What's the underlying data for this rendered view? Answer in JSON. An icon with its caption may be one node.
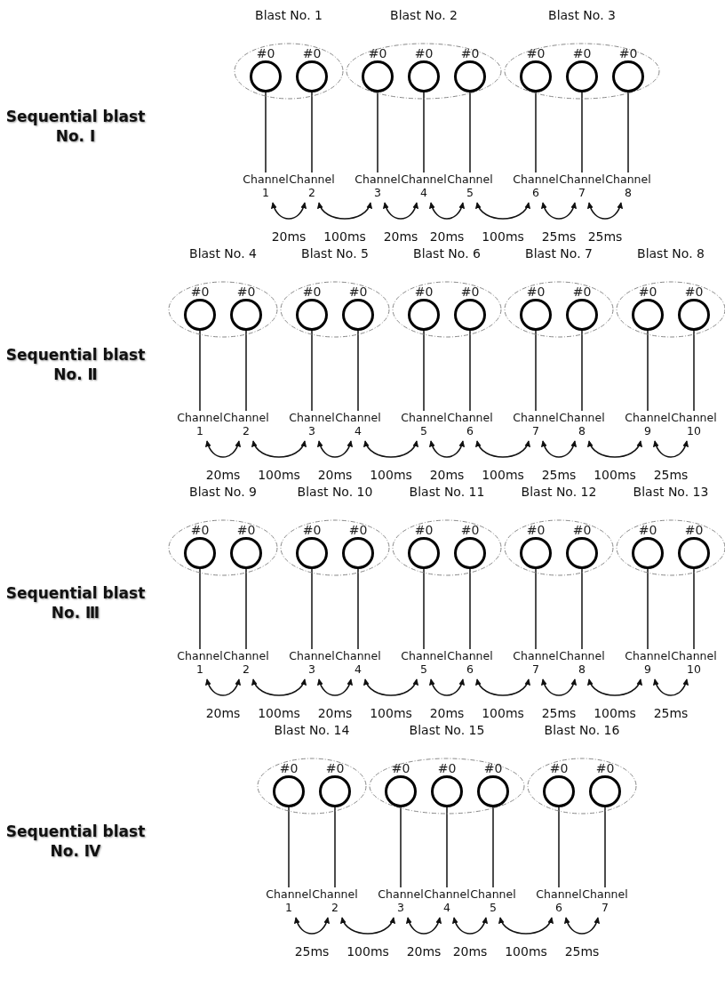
{
  "diagram": {
    "nodes": [
      {
        "text": [
          "Blast No. 1"
        ]
      },
      {
        "text": [
          "#0"
        ],
        "in": 0
      },
      {
        "text": [
          "#0"
        ],
        "in": 0
      },
      {
        "text": [
          "Blast No. 2"
        ]
      },
      {
        "text": [
          "#0"
        ],
        "in": 3
      },
      {
        "text": [
          "#0"
        ],
        "in": 3
      },
      {
        "text": [
          "#0"
        ],
        "in": 3
      },
      {
        "text": [
          "Blast No. 3"
        ]
      },
      {
        "text": [
          "#0"
        ],
        "in": 7
      },
      {
        "text": [
          "#0"
        ],
        "in": 7
      },
      {
        "text": [
          "#0"
        ],
        "in": 7
      },
      {
        "text": [
          "Channel 1"
        ]
      },
      {
        "text": [
          "Channel 2"
        ]
      },
      {
        "text": [
          "Channel 3"
        ]
      },
      {
        "text": [
          "Channel 4"
        ]
      },
      {
        "text": [
          "Channel 5"
        ]
      },
      {
        "text": [
          "Channel 6"
        ]
      },
      {
        "text": [
          "Channel 7"
        ]
      },
      {
        "text": [
          "Channel 8"
        ]
      },
      {
        "text": [
          "Blast No. 4"
        ]
      },
      {
        "text": [
          "#0"
        ],
        "in": 19
      },
      {
        "text": [
          "#0"
        ],
        "in": 19
      },
      {
        "text": [
          "Blast No. 5"
        ]
      },
      {
        "text": [
          "#0"
        ],
        "in": 22
      },
      {
        "text": [
          "#0"
        ],
        "in": 22
      },
      {
        "text": [
          "Blast No. 6"
        ]
      },
      {
        "text": [
          "#0"
        ],
        "in": 25
      },
      {
        "text": [
          "#0"
        ],
        "in": 25
      },
      {
        "text": [
          "Blast No. 7"
        ]
      },
      {
        "text": [
          "#0"
        ],
        "in": 28
      },
      {
        "text": [
          "#0"
        ],
        "in": 28
      },
      {
        "text": [
          "Blast No. 8"
        ]
      },
      {
        "text": [
          "#0"
        ],
        "in": 31
      },
      {
        "text": [
          "#0"
        ],
        "in": 31
      },
      {
        "text": [
          "Channel 1"
        ]
      },
      {
        "text": [
          "Channel 2"
        ]
      },
      {
        "text": [
          "Channel 3"
        ]
      },
      {
        "text": [
          "Channel 4"
        ]
      },
      {
        "text": [
          "Channel 5"
        ]
      },
      {
        "text": [
          "Channel 6"
        ]
      },
      {
        "text": [
          "Channel 7"
        ]
      },
      {
        "text": [
          "Channel 8"
        ]
      },
      {
        "text": [
          "Channel 9"
        ]
      },
      {
        "text": [
          "Channel 10"
        ]
      },
      {
        "text": [
          "Blast No. 9"
        ]
      },
      {
        "text": [
          "#0"
        ],
        "in": 44
      },
      {
        "text": [
          "#0"
        ],
        "in": 44
      },
      {
        "text": [
          "Blast No. 10"
        ]
      },
      {
        "text": [
          "#0"
        ],
        "in": 47
      },
      {
        "text": [
          "#0"
        ],
        "in": 47
      },
      {
        "text": [
          "Blast No. 11"
        ]
      },
      {
        "text": [
          "#0"
        ],
        "in": 50
      },
      {
        "text": [
          "#0"
        ],
        "in": 50
      },
      {
        "text": [
          "Blast No. 12"
        ]
      },
      {
        "text": [
          "#0"
        ],
        "in": 53
      },
      {
        "text": [
          "#0"
        ],
        "in": 53
      },
      {
        "text": [
          "Blast No. 13"
        ]
      },
      {
        "text": [
          "#0"
        ],
        "in": 56
      },
      {
        "text": [
          "#0"
        ],
        "in": 56
      },
      {
        "text": [
          "Channel 1"
        ]
      },
      {
        "text": [
          "Channel 2"
        ]
      },
      {
        "text": [
          "Channel 3"
        ]
      },
      {
        "text": [
          "Channel 4"
        ]
      },
      {
        "text": [
          "Channel 5"
        ]
      },
      {
        "text": [
          "Channel 6"
        ]
      },
      {
        "text": [
          "Channel 7"
        ]
      },
      {
        "text": [
          "Channel 8"
        ]
      },
      {
        "text": [
          "Channel 9"
        ]
      },
      {
        "text": [
          "Channel 10"
        ]
      },
      {
        "text": [
          "Blast No. 14"
        ]
      },
      {
        "text": [
          "#0"
        ],
        "in": 69
      },
      {
        "text": [
          "#0"
        ],
        "in": 69
      },
      {
        "text": [
          "Blast No. 15"
        ]
      },
      {
        "text": [
          "#0"
        ],
        "in": 72
      },
      {
        "text": [
          "#0"
        ],
        "in": 72
      },
      {
        "text": [
          "#0"
        ],
        "in": 72
      },
      {
        "text": [
          "Blast No. 16"
        ]
      },
      {
        "text": [
          "#0"
        ],
        "in": 76
      },
      {
        "text": [
          "#0"
        ],
        "in": 76
      },
      {
        "text": [
          "Channel 1"
        ]
      },
      {
        "text": [
          "Channel 2"
        ]
      },
      {
        "text": [
          "Channel 3"
        ]
      },
      {
        "text": [
          "Channel 4"
        ]
      },
      {
        "text": [
          "Channel 5"
        ]
      },
      {
        "text": [
          "Channel 6"
        ]
      },
      {
        "text": [
          "Channel 7"
        ]
      }
    ],
    "edges": [
      {
        "from": 1,
        "to": 11,
        "arrow": "none"
      },
      {
        "from": 2,
        "to": 12,
        "arrow": "none"
      },
      {
        "from": 4,
        "to": 13,
        "arrow": "none"
      },
      {
        "from": 5,
        "to": 14,
        "arrow": "none"
      },
      {
        "from": 6,
        "to": 15,
        "arrow": "none"
      },
      {
        "from": 8,
        "to": 16,
        "arrow": "none"
      },
      {
        "from": 9,
        "to": 17,
        "arrow": "none"
      },
      {
        "from": 10,
        "to": 18,
        "arrow": "none"
      },
      {
        "from": 11,
        "to": 12,
        "arrow": "both",
        "label": "20ms"
      },
      {
        "from": 12,
        "to": 13,
        "arrow": "both",
        "label": "100ms"
      },
      {
        "from": 13,
        "to": 14,
        "arrow": "both",
        "label": "20ms"
      },
      {
        "from": 14,
        "to": 15,
        "arrow": "both",
        "label": "20ms"
      },
      {
        "from": 15,
        "to": 16,
        "arrow": "both",
        "label": "100ms"
      },
      {
        "from": 16,
        "to": 17,
        "arrow": "both",
        "label": "25ms"
      },
      {
        "from": 17,
        "to": 18,
        "arrow": "both",
        "label": "25ms"
      },
      {
        "from": 20,
        "to": 34,
        "arrow": "none"
      },
      {
        "from": 21,
        "to": 35,
        "arrow": "none"
      },
      {
        "from": 23,
        "to": 36,
        "arrow": "none"
      },
      {
        "from": 24,
        "to": 37,
        "arrow": "none"
      },
      {
        "from": 26,
        "to": 38,
        "arrow": "none"
      },
      {
        "from": 27,
        "to": 39,
        "arrow": "none"
      },
      {
        "from": 29,
        "to": 40,
        "arrow": "none"
      },
      {
        "from": 30,
        "to": 41,
        "arrow": "none"
      },
      {
        "from": 32,
        "to": 42,
        "arrow": "none"
      },
      {
        "from": 33,
        "to": 43,
        "arrow": "none"
      },
      {
        "from": 34,
        "to": 35,
        "arrow": "both",
        "label": "20ms"
      },
      {
        "from": 35,
        "to": 36,
        "arrow": "both",
        "label": "100ms"
      },
      {
        "from": 36,
        "to": 37,
        "arrow": "both",
        "label": "20ms"
      },
      {
        "from": 37,
        "to": 38,
        "arrow": "both",
        "label": "100ms"
      },
      {
        "from": 38,
        "to": 39,
        "arrow": "both",
        "label": "20ms"
      },
      {
        "from": 39,
        "to": 40,
        "arrow": "both",
        "label": "100ms"
      },
      {
        "from": 40,
        "to": 41,
        "arrow": "both",
        "label": "25ms"
      },
      {
        "from": 41,
        "to": 42,
        "arrow": "both",
        "label": "100ms"
      },
      {
        "from": 42,
        "to": 43,
        "arrow": "both",
        "label": "25ms"
      },
      {
        "from": 45,
        "to": 59,
        "arrow": "none"
      },
      {
        "from": 46,
        "to": 60,
        "arrow": "none"
      },
      {
        "from": 48,
        "to": 61,
        "arrow": "none"
      },
      {
        "from": 49,
        "to": 62,
        "arrow": "none"
      },
      {
        "from": 51,
        "to": 63,
        "arrow": "none"
      },
      {
        "from": 52,
        "to": 64,
        "arrow": "none"
      },
      {
        "from": 54,
        "to": 65,
        "arrow": "none"
      },
      {
        "from": 55,
        "to": 66,
        "arrow": "none"
      },
      {
        "from": 57,
        "to": 67,
        "arrow": "none"
      },
      {
        "from": 58,
        "to": 68,
        "arrow": "none"
      },
      {
        "from": 59,
        "to": 60,
        "arrow": "both",
        "label": "20ms"
      },
      {
        "from": 60,
        "to": 61,
        "arrow": "both",
        "label": "100ms"
      },
      {
        "from": 61,
        "to": 62,
        "arrow": "both",
        "label": "20ms"
      },
      {
        "from": 62,
        "to": 63,
        "arrow": "both",
        "label": "100ms"
      },
      {
        "from": 63,
        "to": 64,
        "arrow": "both",
        "label": "20ms"
      },
      {
        "from": 64,
        "to": 65,
        "arrow": "both",
        "label": "100ms"
      },
      {
        "from": 65,
        "to": 66,
        "arrow": "both",
        "label": "25ms"
      },
      {
        "from": 66,
        "to": 67,
        "arrow": "both",
        "label": "100ms"
      },
      {
        "from": 67,
        "to": 68,
        "arrow": "both",
        "label": "25ms"
      },
      {
        "from": 70,
        "to": 79,
        "arrow": "none"
      },
      {
        "from": 71,
        "to": 80,
        "arrow": "none"
      },
      {
        "from": 73,
        "to": 81,
        "arrow": "none"
      },
      {
        "from": 74,
        "to": 82,
        "arrow": "none"
      },
      {
        "from": 75,
        "to": 83,
        "arrow": "none"
      },
      {
        "from": 77,
        "to": 84,
        "arrow": "none"
      },
      {
        "from": 78,
        "to": 85,
        "arrow": "none"
      },
      {
        "from": 79,
        "to": 80,
        "arrow": "both",
        "label": "25ms"
      },
      {
        "from": 80,
        "to": 81,
        "arrow": "both",
        "label": "100ms"
      },
      {
        "from": 81,
        "to": 82,
        "arrow": "both",
        "label": "20ms"
      },
      {
        "from": 82,
        "to": 83,
        "arrow": "both",
        "label": "20ms"
      },
      {
        "from": 83,
        "to": 84,
        "arrow": "both",
        "label": "100ms"
      },
      {
        "from": 84,
        "to": 85,
        "arrow": "both",
        "label": "25ms"
      }
    ],
    "labels": [
      "Sequential blast No. Ⅰ",
      "Sequential blast No. Ⅱ",
      "Sequential blast No. Ⅲ",
      "Sequential blast No. Ⅳ"
    ]
  }
}
